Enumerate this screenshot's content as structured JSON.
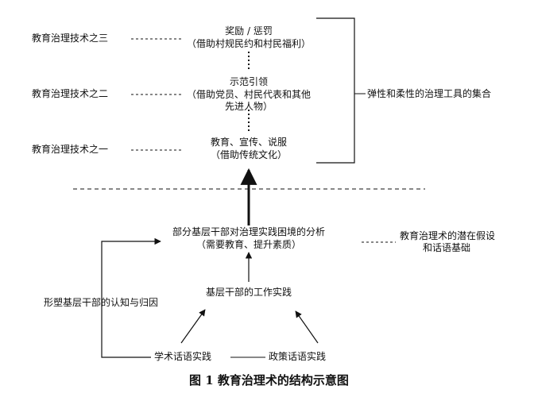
{
  "levels": {
    "l3": "教育治理技术之三",
    "l2": "教育治理技术之二",
    "l1": "教育治理技术之一"
  },
  "nodes": {
    "reward": {
      "line1": "奖励 / 惩罚",
      "line2": "（借助村规民约和村民福利）"
    },
    "demo": {
      "line1": "示范引领",
      "line2": "（借助党员、村民代表和其他",
      "line3": "先进人物）"
    },
    "educate": {
      "line1": "教育、宣传、说服",
      "line2": "（借助传统文化）"
    },
    "analysis": {
      "line1": "部分基层干部对治理实践困境的分析",
      "line2": "（需要教育、提升素质）"
    },
    "practice": "基层干部的工作实践",
    "academic": "学术话语实践",
    "policy": "政策话语实践"
  },
  "side": {
    "toolset": "弹性和柔性的治理工具的集合",
    "premise_line1": "教育治理术的潜在假设",
    "premise_line2": "和话语基础",
    "cognition": "形塑基层干部的认知与归因"
  },
  "caption": "图 1  教育治理术的结构示意图"
}
